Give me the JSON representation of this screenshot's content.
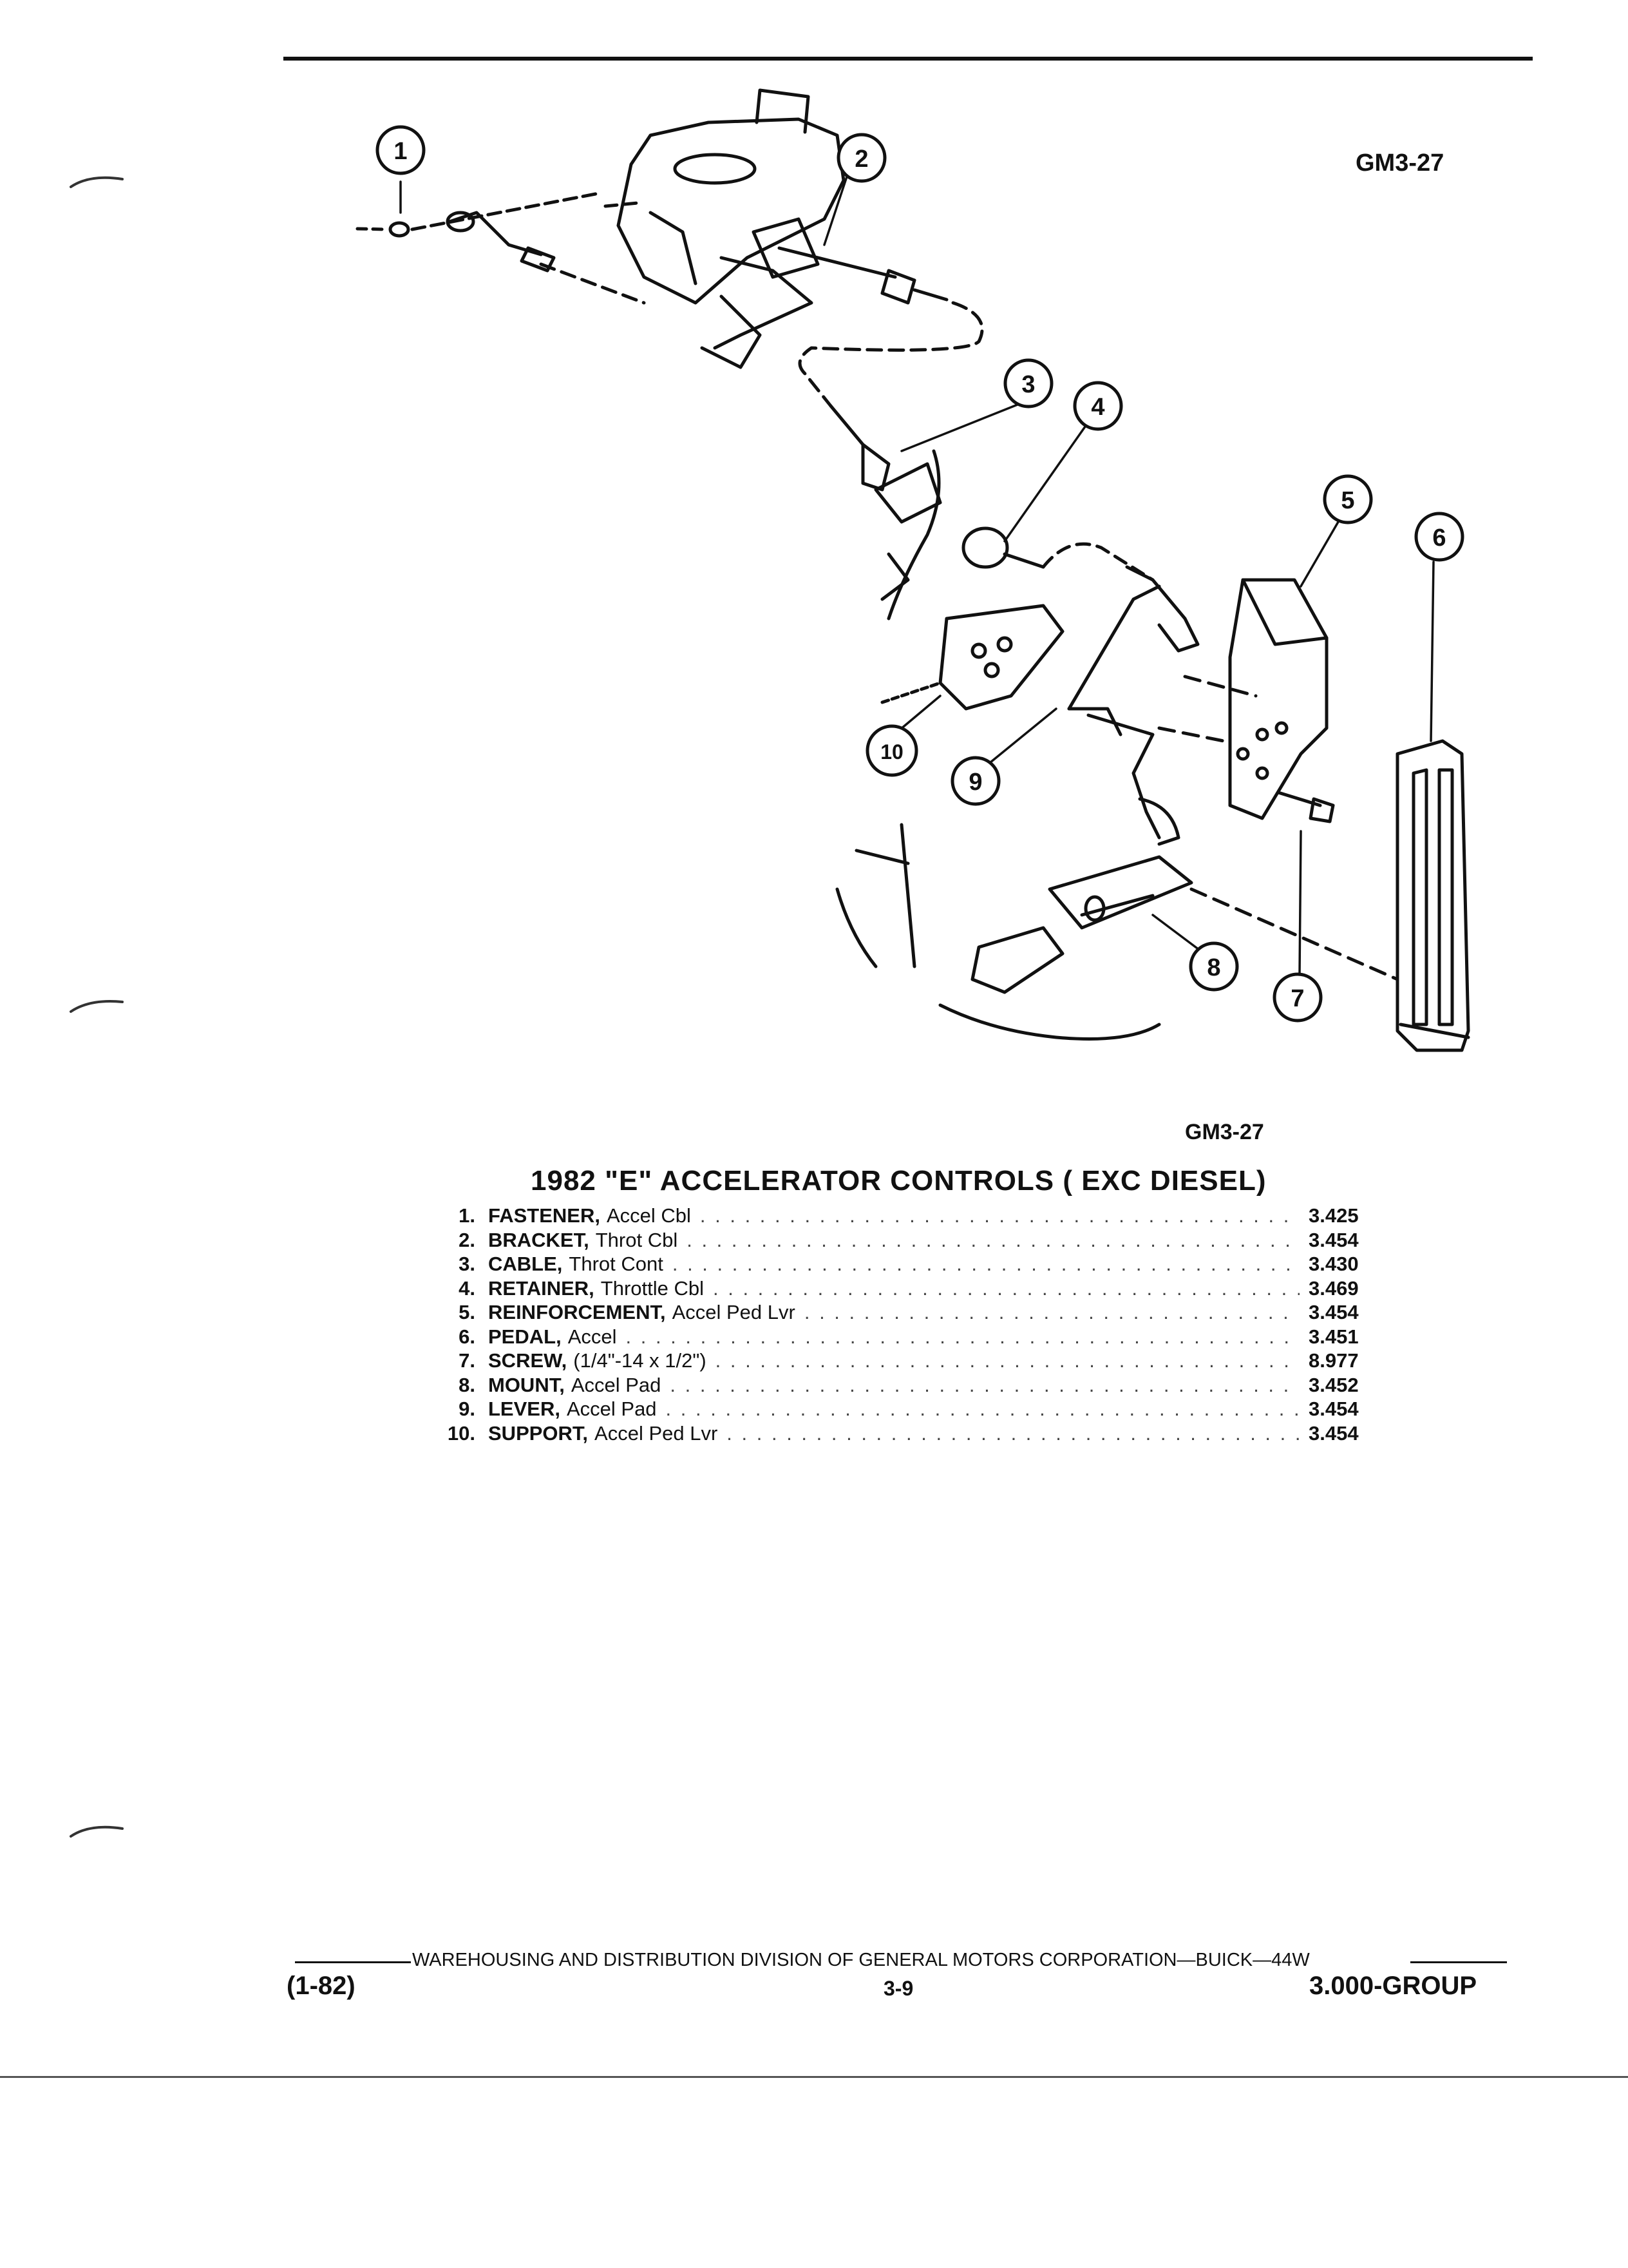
{
  "figure": {
    "id_top": "GM3-27",
    "id_bottom": "GM3-27",
    "callouts": [
      "1",
      "2",
      "3",
      "4",
      "5",
      "6",
      "7",
      "8",
      "9",
      "10"
    ]
  },
  "parts_list": {
    "title": "1982 \"E\" ACCELERATOR CONTROLS ( EXC DIESEL)",
    "items": [
      {
        "num": "1.",
        "name": "FASTENER,",
        "desc": "Accel Cbl",
        "ref": "3.425"
      },
      {
        "num": "2.",
        "name": "BRACKET,",
        "desc": "Throt Cbl",
        "ref": "3.454"
      },
      {
        "num": "3.",
        "name": "CABLE,",
        "desc": "Throt Cont",
        "ref": "3.430"
      },
      {
        "num": "4.",
        "name": "RETAINER,",
        "desc": "Throttle Cbl",
        "ref": "3.469"
      },
      {
        "num": "5.",
        "name": "REINFORCEMENT,",
        "desc": "Accel Ped Lvr",
        "ref": "3.454"
      },
      {
        "num": "6.",
        "name": "PEDAL,",
        "desc": "Accel",
        "ref": "3.451"
      },
      {
        "num": "7.",
        "name": "SCREW,",
        "desc": "(1/4\"-14 x 1/2\")",
        "ref": "8.977"
      },
      {
        "num": "8.",
        "name": "MOUNT,",
        "desc": "Accel Pad",
        "ref": "3.452"
      },
      {
        "num": "9.",
        "name": "LEVER,",
        "desc": "Accel Pad",
        "ref": "3.454"
      },
      {
        "num": "10.",
        "name": "SUPPORT,",
        "desc": "Accel Ped Lvr",
        "ref": "3.454"
      }
    ]
  },
  "footer": {
    "division": "WAREHOUSING AND DISTRIBUTION  DIVISION OF GENERAL MOTORS CORPORATION—BUICK—44W",
    "date": "(1-82)",
    "page": "3-9",
    "group": "3.000-GROUP"
  }
}
